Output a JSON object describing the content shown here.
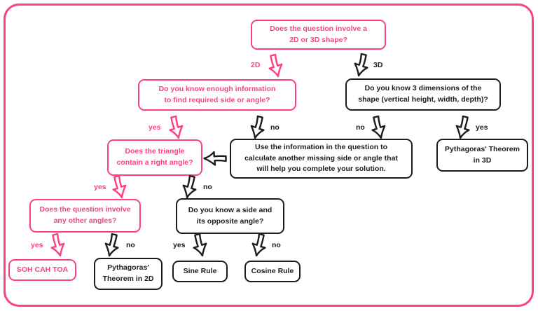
{
  "colors": {
    "pink": "#ff3f80",
    "black": "#1d1d1d",
    "background": "#ffffff"
  },
  "nodes": {
    "q_shape": {
      "text": "Does the question involve a\n2D or 3D shape?",
      "style": "pink"
    },
    "q_enough_info": {
      "text": "Do you know enough information\nto find required side or angle?",
      "style": "pink"
    },
    "q_3_dimensions": {
      "text": "Do you know 3 dimensions of the\nshape (vertical height, width, depth)?",
      "style": "black"
    },
    "use_information": {
      "text": "Use the information in the question to\ncalculate another missing side or angle that\nwill help you complete your solution.",
      "style": "black"
    },
    "q_right_angle": {
      "text": "Does the triangle\ncontain a right angle?",
      "style": "pink"
    },
    "pythagoras_3d": {
      "text": "Pythagoras' Theorem\nin 3D",
      "style": "black"
    },
    "q_other_angles": {
      "text": "Does the question involve\nany other angles?",
      "style": "pink"
    },
    "q_side_opposite": {
      "text": "Do you know a side and\nits opposite angle?",
      "style": "black"
    },
    "soh_cah_toa": {
      "text": "SOH CAH TOA",
      "style": "pink"
    },
    "pythagoras_2d": {
      "text": "Pythagoras'\nTheorem in 2D",
      "style": "black"
    },
    "sine_rule": {
      "text": "Sine Rule",
      "style": "black"
    },
    "cosine_rule": {
      "text": "Cosine Rule",
      "style": "black"
    }
  },
  "labels": {
    "yes": "yes",
    "no": "no",
    "two_d": "2D",
    "three_d": "3D"
  }
}
